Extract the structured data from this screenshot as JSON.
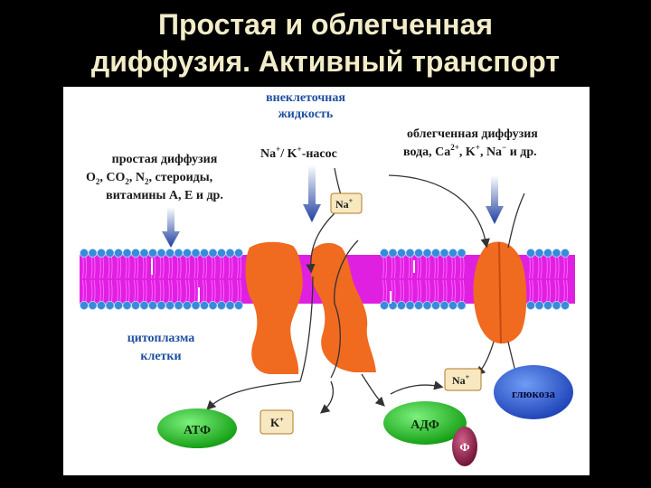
{
  "title_line1": "Простая и облегченная",
  "title_line2": "диффузия. Активный транспорт",
  "labels": {
    "extracellular1": "внеклеточная",
    "extracellular2": "жидкость",
    "simple1": "простая диффузия",
    "simple2_o": "O",
    "simple2_co": ", CO",
    "simple2_n": ", N",
    "simple2_rest": ", стероиды,",
    "sub2": "2",
    "simple3": "витамины A, E и др.",
    "pump_na": "Na",
    "pump_slash": "/ K",
    "pump_rest": "-насос",
    "facil1": "облегченная диффузия",
    "facil2_a": "вода, Ca",
    "facil2_b": ", K",
    "facil2_c": ", Na",
    "facil2_d": " и др.",
    "sup_plus": "+",
    "sup_minus": "−",
    "sup_2plus": "2+",
    "cyto1": "цитоплазма",
    "cyto2": "клетки",
    "na_out": "Na",
    "na_in": "Na",
    "k_ion": "K",
    "atp": "АТФ",
    "adp": "АДФ",
    "phosphate": "Ф",
    "glucose": "глюкоза"
  },
  "colors": {
    "title": "#f2ecc8",
    "membrane": "#e020e0",
    "lipid_head": "#3a8ad8",
    "protein": "#f06a20",
    "blue_text": "#1f4fa0",
    "green_ellipse": "#16c016",
    "glucose": "#1f4fd0",
    "phosphate": "#9a1444",
    "ion_box": "#f8e8c0"
  }
}
